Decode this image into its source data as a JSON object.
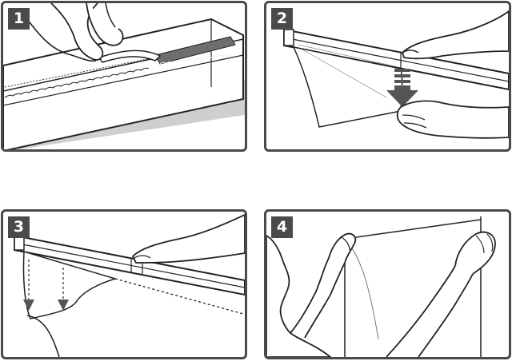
{
  "steps": [
    {
      "number": "1"
    },
    {
      "number": "2"
    },
    {
      "number": "3"
    },
    {
      "number": "4"
    }
  ],
  "colors": {
    "frame": "#4a4a4a",
    "line": "#222222",
    "shadow": "#c8c8c8",
    "dark_band": "#6e6e6e",
    "arrow_gray": "#555555"
  },
  "icons": [
    "hand-icon",
    "down-arrow-icon",
    "dotted-arrow-icon"
  ]
}
